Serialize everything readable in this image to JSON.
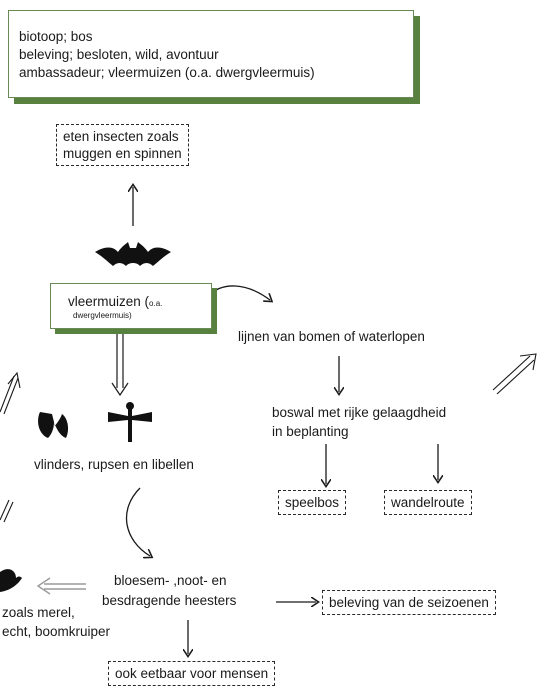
{
  "header": {
    "line1": "biotoop; bos",
    "line2": "beleving; besloten, wild, avontuur",
    "line3": "ambassadeur; vleermuizen (o.a. dwergvleermuis)"
  },
  "nodes": {
    "eat_line1": "eten insecten zoals",
    "eat_line2": "muggen en spinnen",
    "bats_main": "vleermuizen (",
    "bats_small1": "o.a.",
    "bats_small2": "dwergvleermuis)",
    "tree_lines": "lijnen van bomen of waterlopen",
    "boswal_line1": "boswal met rijke gelaagdheid",
    "boswal_line2": "in beplanting",
    "insects": "vlinders, rupsen en libellen",
    "speelbos": "speelbos",
    "wandelroute": "wandelroute",
    "shrubs_line1": "bloesem- ,noot- en",
    "shrubs_line2": "besdragende heesters",
    "seasons": "beleving van de seizoenen",
    "birds_line1": "zoals merel,",
    "birds_line2": "echt, boomkruiper",
    "edible": "ook eetbaar voor mensen"
  },
  "colors": {
    "accent_green": "#58803f",
    "ink": "#1a1a1a"
  },
  "icons": [
    "bat-icon",
    "butterfly-icon",
    "dragonfly-icon",
    "bird-icon"
  ]
}
